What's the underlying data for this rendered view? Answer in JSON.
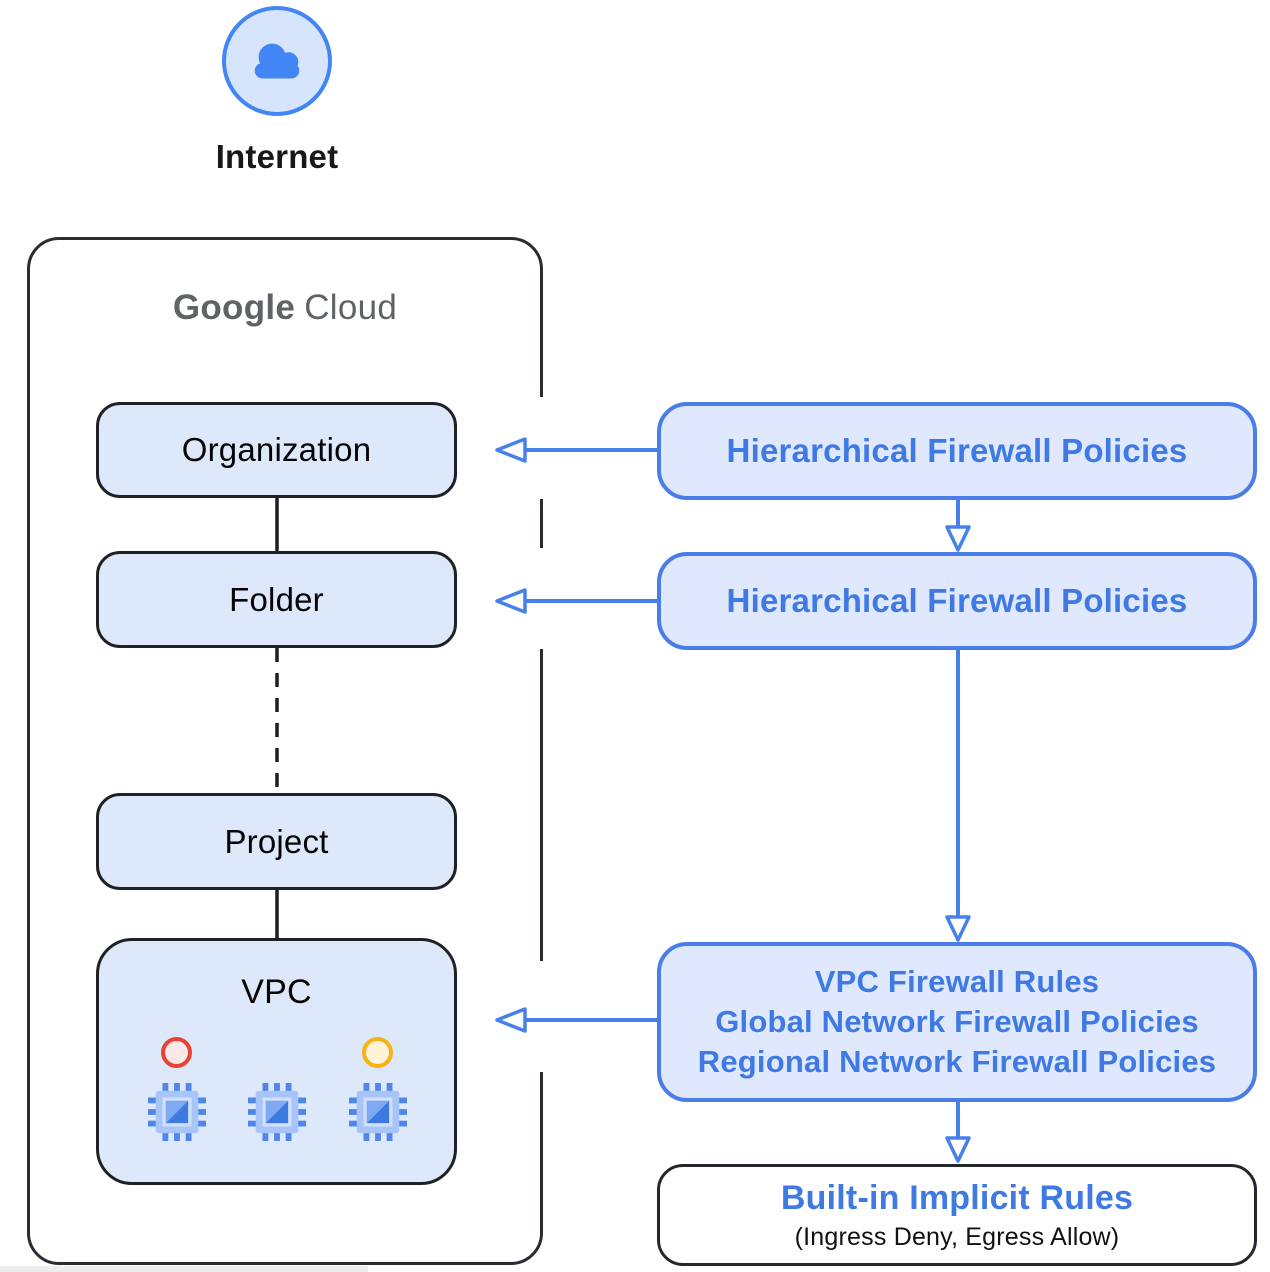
{
  "internet": {
    "label": "Internet"
  },
  "container": {
    "brand": {
      "word1": "Google",
      "word2": "Cloud"
    }
  },
  "boxes": {
    "organization": "Organization",
    "folder": "Folder",
    "project": "Project",
    "vpc": "VPC"
  },
  "policies": {
    "hfp_org": "Hierarchical Firewall Policies",
    "hfp_folder": "Hierarchical Firewall Policies",
    "vpc_rules": [
      "VPC Firewall Rules",
      "Global Network Firewall Policies",
      "Regional Network Firewall Policies"
    ],
    "implicit": {
      "title": "Built-in Implicit Rules",
      "subtitle": "(Ingress Deny, Egress Allow)"
    }
  },
  "icons": {
    "internet": "cloud-icon",
    "vm": "compute-vm-chip-icon",
    "red_dot": "red-status-circle",
    "yellow_dot": "yellow-status-circle"
  },
  "colors": {
    "accent_blue": "#4680ea",
    "text_blue": "#3f7ae4",
    "policy_fill": "#dfe8fc",
    "node_fill": "#dde8fb",
    "dark_border": "#24282f",
    "brand_gray": "#5f6368",
    "status_red": "#ea4335",
    "status_yellow": "#fbbc04"
  }
}
